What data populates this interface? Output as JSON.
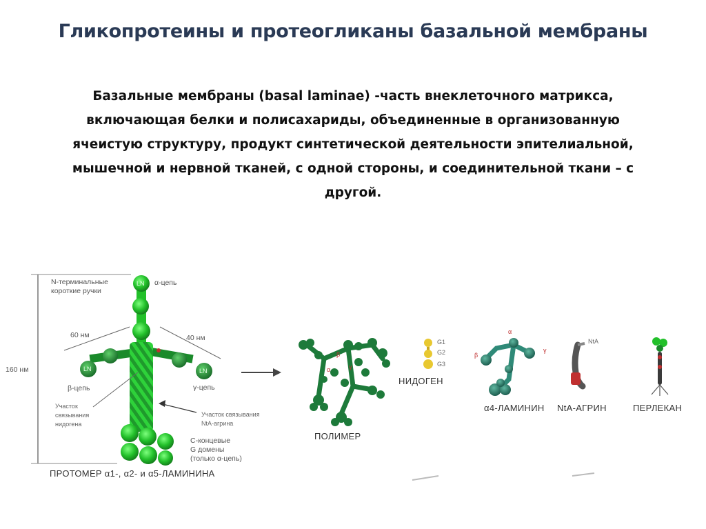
{
  "title": "Гликопротеины и протеогликаны базальной мембраны",
  "paragraph_lines": [
    "Базальные мембраны (basal laminae) -часть внеклеточного матрикса,",
    "включающая белки и полисахариды, объединенные в организованную",
    "ячеистую структуру, продукт синтетической деятельности эпителиальной,",
    "мышечной и нервной тканей, с одной стороны, и соединительной ткани – с",
    "другой."
  ],
  "diagram": {
    "protomer": {
      "n_terminal_1": "N-терминальные",
      "n_terminal_2": "короткие ручки",
      "alpha_chain": "α-цепь",
      "beta_chain": "β-цепь",
      "gamma_chain": "γ-цепь",
      "ln": "LN",
      "dim_60": "60 нм",
      "dim_40": "40 нм",
      "dim_160": "160 нм",
      "nidogen_site_1": "Участок",
      "nidogen_site_2": "связывания",
      "nidogen_site_3": "нидогена",
      "agrin_site_1": "Участок связывания",
      "agrin_site_2": "NtA-агрина",
      "c_term_1": "С-концевые",
      "c_term_2": "G домены",
      "c_term_3": "(только α-цепь)",
      "caption": "ПРОТОМЕР α1-, α2- и α5-ЛАМИНИНА"
    },
    "polymer": {
      "caption": "ПОЛИМЕР",
      "alpha": "α",
      "beta": "β",
      "gamma": "γ"
    },
    "nidogen": {
      "caption": "НИДОГЕН",
      "g1": "G1",
      "g2": "G2",
      "g3": "G3"
    },
    "laminin4": {
      "caption": "α4-ЛАМИНИН",
      "alpha": "α",
      "beta": "β",
      "gamma": "γ"
    },
    "agrin": {
      "caption": "NtA-АГРИН",
      "nta": "NtA"
    },
    "perlecan": {
      "caption": "ПЕРЛЕКАН"
    },
    "colors": {
      "green": "#22c02a",
      "dark_green": "#1a8a2a",
      "teal": "#2f8a78",
      "gold": "#e8c830",
      "red": "#c03030"
    }
  }
}
